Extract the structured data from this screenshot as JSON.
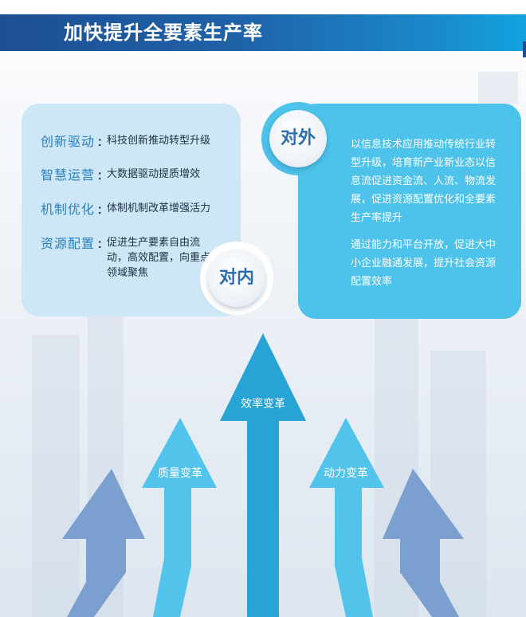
{
  "header": {
    "title": "加快提升全要素生产率"
  },
  "inner": {
    "badge": "对内",
    "items": [
      {
        "label": "创新驱动",
        "colon": "：",
        "text": "科技创新推动转型升级"
      },
      {
        "label": "智慧运营",
        "colon": "：",
        "text": "大数据驱动提质增效"
      },
      {
        "label": "机制优化",
        "colon": "：",
        "text": "体制机制改革增强活力"
      },
      {
        "label": "资源配置",
        "colon": "：",
        "text": "促进生产要素自由流动，高效配置，向重点领域聚焦"
      }
    ]
  },
  "outer": {
    "badge": "对外",
    "paragraphs": [
      "以信息技术应用推动传统行业转型升级，培育新产业新业态以信息流促进资金流、人流、物流发展，促进资源配置优化和全要素生产率提升",
      "通过能力和平台开放，促进大中小企业融通发展，提升社会资源配置效率"
    ]
  },
  "arrows": {
    "center": "效率变革",
    "left": "质量变革",
    "right": "动力变革"
  },
  "colors": {
    "header_start": "#1e4f92",
    "header_end": "#12a3df",
    "inner_panel": "#cde7f6",
    "outer_panel": "#4dc2ea",
    "arrow_center": "#27a3d6",
    "arrow_side": "#52c4ec",
    "arrow_outer": "#7b9fcf",
    "label_blue": "#2c7fbf"
  }
}
